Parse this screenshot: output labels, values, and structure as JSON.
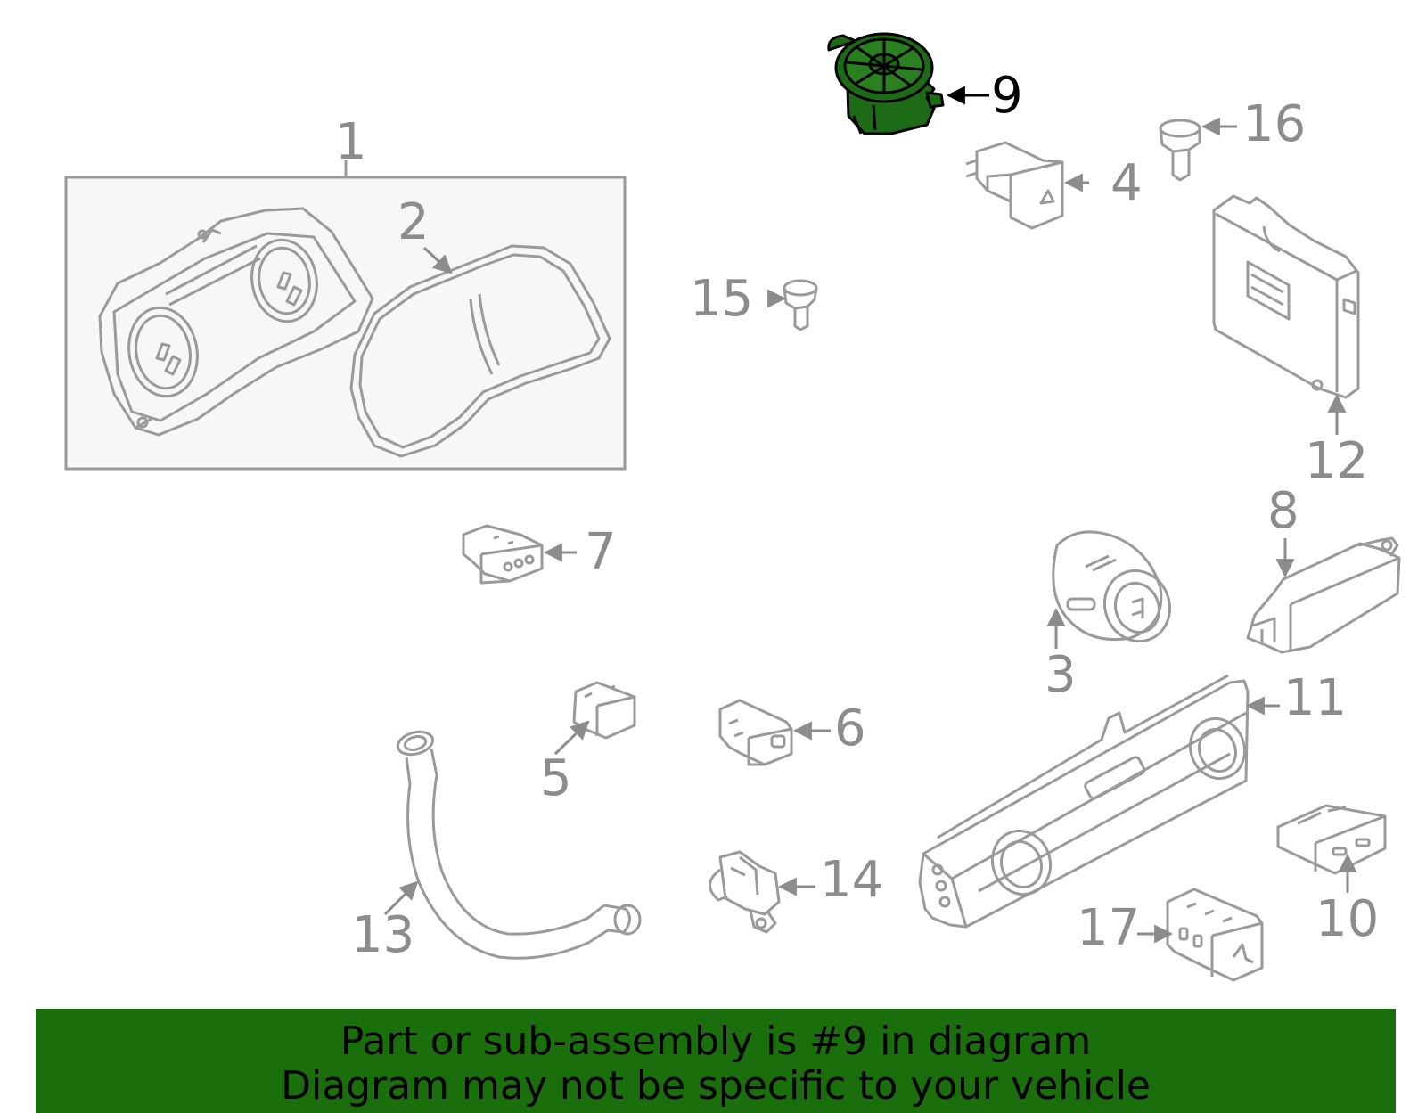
{
  "colors": {
    "line": "#9a9a9a",
    "label": "#8c8c8c",
    "highlight_fill": "#1d6b16",
    "highlight_label": "#000000",
    "banner_bg": "#1a6e0c",
    "banner_text": "#000000"
  },
  "callouts": [
    {
      "id": "1",
      "label": "1",
      "highlighted": false
    },
    {
      "id": "2",
      "label": "2",
      "highlighted": false
    },
    {
      "id": "3",
      "label": "3",
      "highlighted": false
    },
    {
      "id": "4",
      "label": "4",
      "highlighted": false
    },
    {
      "id": "5",
      "label": "5",
      "highlighted": false
    },
    {
      "id": "6",
      "label": "6",
      "highlighted": false
    },
    {
      "id": "7",
      "label": "7",
      "highlighted": false
    },
    {
      "id": "8",
      "label": "8",
      "highlighted": false
    },
    {
      "id": "9",
      "label": "9",
      "highlighted": true
    },
    {
      "id": "10",
      "label": "10",
      "highlighted": false
    },
    {
      "id": "11",
      "label": "11",
      "highlighted": false
    },
    {
      "id": "12",
      "label": "12",
      "highlighted": false
    },
    {
      "id": "13",
      "label": "13",
      "highlighted": false
    },
    {
      "id": "14",
      "label": "14",
      "highlighted": false
    },
    {
      "id": "15",
      "label": "15",
      "highlighted": false
    },
    {
      "id": "16",
      "label": "16",
      "highlighted": false
    },
    {
      "id": "17",
      "label": "17",
      "highlighted": false
    }
  ],
  "banner": {
    "line1": "Part or sub-assembly is #9 in diagram",
    "line2": "Diagram may not be specific to your vehicle"
  }
}
